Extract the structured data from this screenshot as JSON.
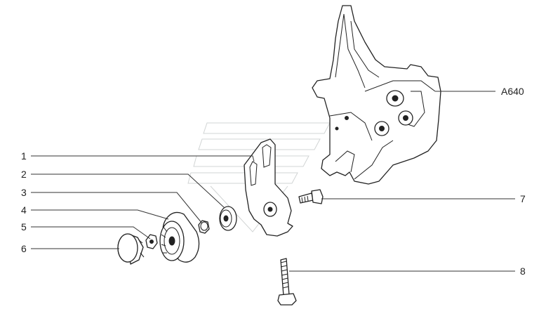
{
  "callouts": [
    "1",
    "2",
    "3",
    "4",
    "5",
    "6",
    "7",
    "8",
    "A640"
  ]
}
